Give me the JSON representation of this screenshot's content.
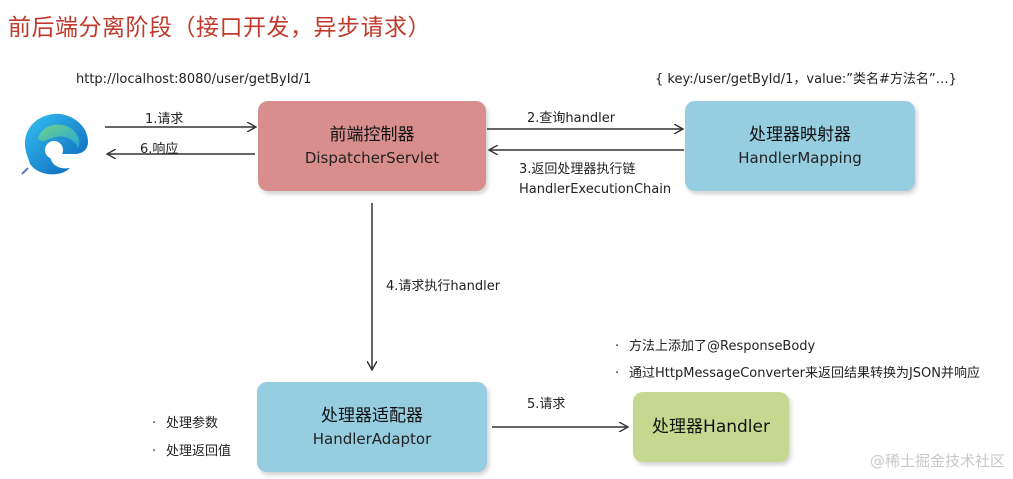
{
  "title": "前后端分离阶段（接口开发，异步请求）",
  "url": "http://localhost:8080/user/getById/1",
  "mapping_note": "{ key:/user/getById/1，value:”类名#方法名”…}",
  "dispatcher": {
    "main": "前端控制器",
    "sub": "DispatcherServlet"
  },
  "handler_mapping": {
    "main": "处理器映射器",
    "sub": "HandlerMapping"
  },
  "handler_adaptor": {
    "main": "处理器适配器",
    "sub": "HandlerAdaptor"
  },
  "handler": {
    "main": "处理器Handler"
  },
  "arrows": {
    "step1": "1.请求",
    "step6": "6.响应",
    "step2": "2.查询handler",
    "step3_line1": "3.返回处理器执行链",
    "step3_line2": "HandlerExecutionChain",
    "step4": "4.请求执行handler",
    "step5": "5.请求"
  },
  "adaptor_bullets": [
    "处理参数",
    "处理返回值"
  ],
  "handler_bullets": [
    "方法上添加了@ResponseBody",
    "通过HttpMessageConverter来返回结果转换为JSON并响应"
  ],
  "watermark": "@稀土掘金技术社区",
  "colors": {
    "title": "#c0392b",
    "dispatcher": "#d98e8e",
    "mapping": "#96cde0",
    "adaptor": "#96cde0",
    "handler": "#c4d98f"
  }
}
